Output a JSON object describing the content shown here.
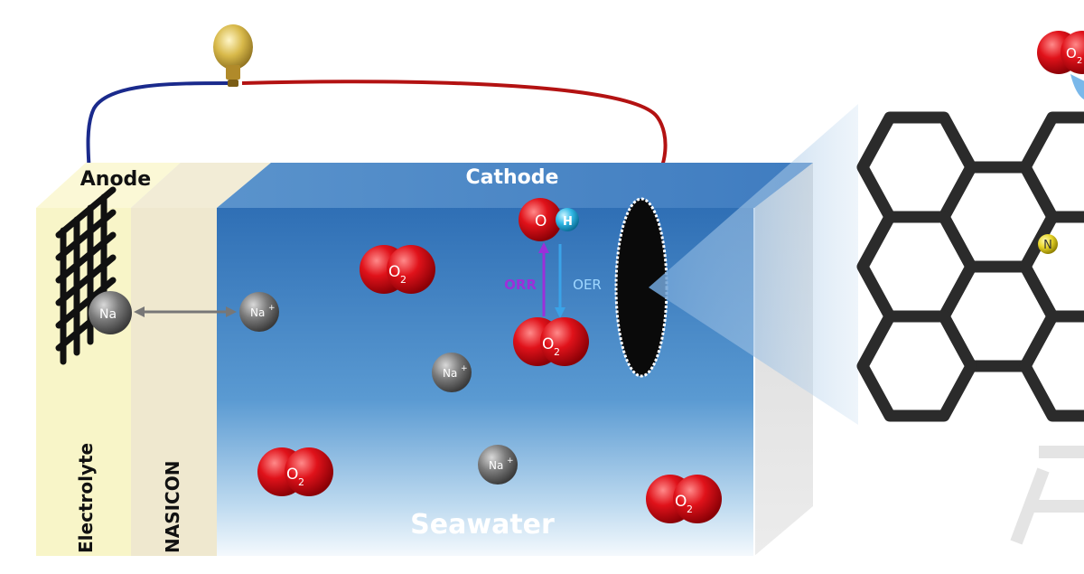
{
  "labels": {
    "anode": "Anode",
    "cathode": "Cathode",
    "electrolyte": "Electrolyte",
    "nasicon": "NASICON",
    "seawater": "Seawater",
    "orr": "ORR",
    "oer": "OER",
    "n_atom": "N"
  },
  "molecules": {
    "o2_main": "O",
    "o2_sub": "2",
    "oh_o": "O",
    "oh_h": "H",
    "na": "Na",
    "na_plus": "Na",
    "na_plus_sup": "+"
  },
  "colors": {
    "anode_wire": "#1a2a8c",
    "cathode_wire": "#b31212",
    "seawater_top": "#2f6fb5",
    "electrolyte": "#f8f5c8",
    "nasicon": "#efe8cf",
    "orr_arrow": "#9b30d9",
    "oer_arrow": "#3aa3e8"
  },
  "icons": [
    "light-bulb-icon",
    "graphene-lattice-icon",
    "watermark-logo-icon"
  ]
}
